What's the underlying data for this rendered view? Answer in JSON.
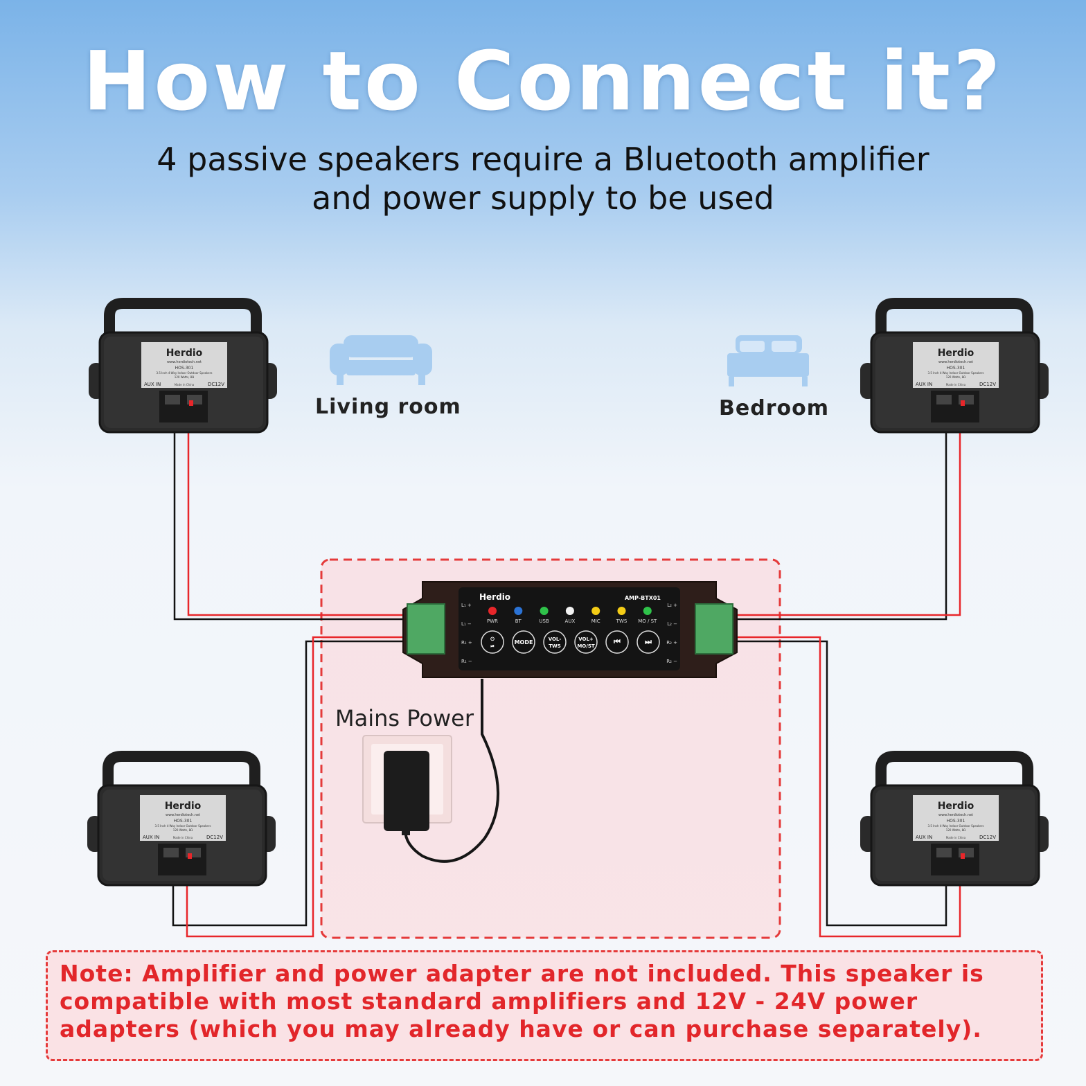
{
  "header": {
    "title": "How to Connect it?",
    "subtitle_line1": "4 passive speakers require a Bluetooth amplifier",
    "subtitle_line2": "and power supply to be used"
  },
  "rooms": {
    "living_room": "Living room",
    "bedroom": "Bedroom"
  },
  "speaker": {
    "brand": "Herdio",
    "website": "www.herdiotech.net",
    "model": "HOS-301",
    "description": "3.5 Inch 4-Way Indoor Outdoor Speakers",
    "spec": "120 Watts, 8Ω",
    "aux_label": "AUX IN",
    "dc_label": "DC12V",
    "center_label": "Made in China"
  },
  "amplifier": {
    "brand": "Herdio",
    "model": "AMP-BTX01",
    "indicators": [
      "PWR",
      "BT",
      "USB",
      "AUX",
      "MIC",
      "TWS",
      "MO / ST"
    ],
    "indicator_colors": [
      "#e8262a",
      "#2b73d6",
      "#2fc24a",
      "#f2f2f2",
      "#f4cc16",
      "#f4cc16",
      "#2fc24a"
    ],
    "buttons": [
      "⏻ ⏯",
      "MODE",
      "VOL- TWS",
      "VOL+ MO/ST",
      "⏮",
      "⏭"
    ],
    "left_terminals": [
      "L₁ +",
      "L₁ −",
      "R₁ +",
      "R₁ −"
    ],
    "right_terminals": [
      "L₂ +",
      "L₂ −",
      "R₂ +",
      "R₂ −"
    ]
  },
  "power": {
    "label": "Mains Power"
  },
  "note": {
    "text": "Note: Amplifier and power adapter are not included. This speaker is compatible with most standard amplifiers and 12V - 24V power adapters (which you may already have or can purchase separately)."
  },
  "colors": {
    "wire_red": "#e8262a",
    "wire_black": "#111111",
    "dash_red": "#e53a3a",
    "icon_blue": "#a8cdf0",
    "terminal_green": "#4fa863"
  }
}
